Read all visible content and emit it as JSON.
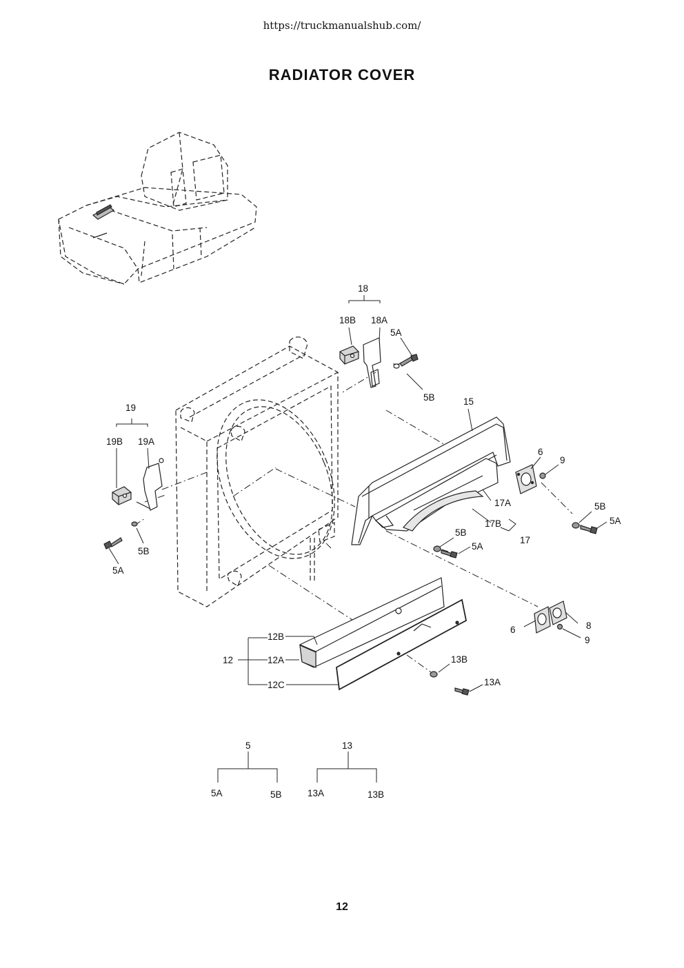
{
  "header": {
    "url": "https://truckmanualshub.com/",
    "title": "RADIATOR COVER"
  },
  "footer": {
    "page_number": "12"
  },
  "callouts": {
    "c18": "18",
    "c18B": "18B",
    "c18A": "18A",
    "c5A_top": "5A",
    "c5B_top": "5B",
    "c15": "15",
    "c6_top": "6",
    "c9_top": "9",
    "c17A": "17A",
    "c17B": "17B",
    "c17": "17",
    "c5B_right": "5B",
    "c5A_right": "5A",
    "c5B_mid": "5B",
    "c5A_mid": "5A",
    "c19": "19",
    "c19B": "19B",
    "c19A": "19A",
    "c5B_left": "5B",
    "c5A_left": "5A",
    "c6_bot": "6",
    "c8": "8",
    "c9_bot": "9",
    "c12": "12",
    "c12B": "12B",
    "c12A": "12A",
    "c12C": "12C",
    "c13B": "13B",
    "c13A": "13A"
  },
  "legend": {
    "g5": "5",
    "g5A": "5A",
    "g5B": "5B",
    "g13": "13",
    "g13A": "13A",
    "g13B": "13B"
  }
}
